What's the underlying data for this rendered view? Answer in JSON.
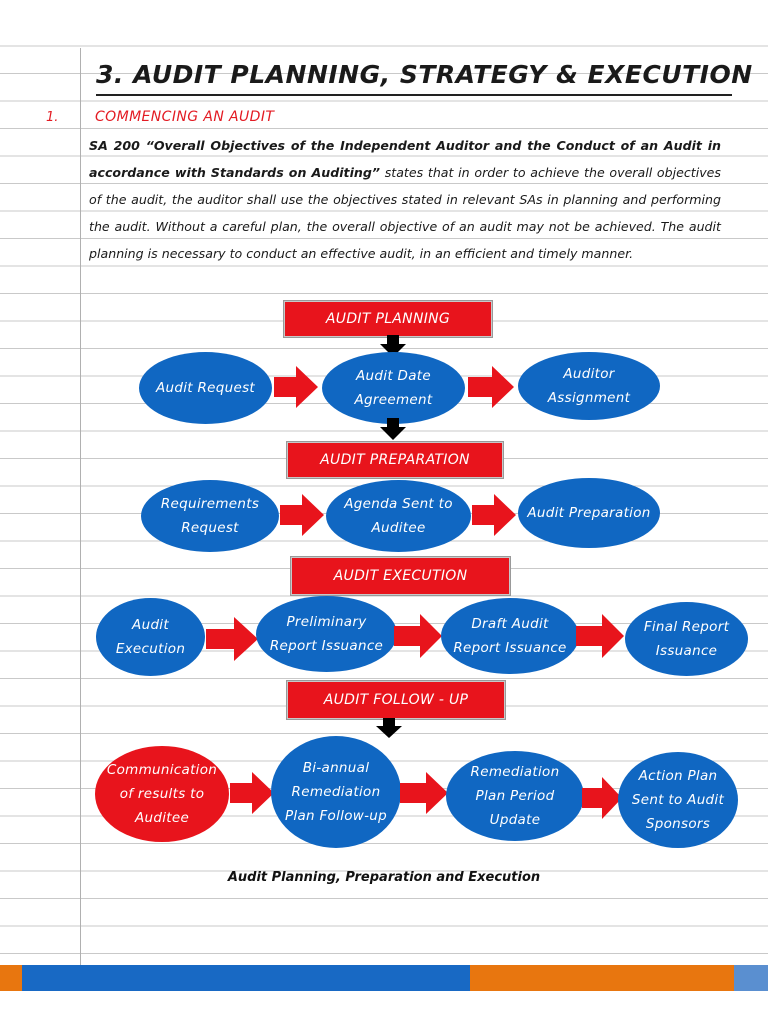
{
  "title": "3. AUDIT PLANNING, STRATEGY & EXECUTION",
  "section": {
    "number": "1.",
    "title": "COMMENCING AN AUDIT"
  },
  "paragraph": {
    "bold": "SA 200 “Overall Objectives of the Independent Auditor and the Conduct of an Audit in accordance with Standards on Auditing”",
    "rest": " states that in order to achieve the overall objectives of the audit, the auditor shall use the objectives stated in relevant SAs in planning and performing the audit. Without a careful plan, the overall objective of an audit may not be achieved. The audit planning is necessary to conduct an effective audit, in an efficient and timely manner."
  },
  "diagram": {
    "stages": [
      {
        "label": "AUDIT PLANNING",
        "steps": [
          "Audit Request",
          "Audit Date Agreement",
          "Auditor Assignment"
        ]
      },
      {
        "label": "AUDIT PREPARATION",
        "steps": [
          "Requirements Request",
          "Agenda Sent to Auditee",
          "Audit Preparation"
        ]
      },
      {
        "label": "AUDIT EXECUTION",
        "steps": [
          "Audit Execution",
          "Preliminary Report Issuance",
          "Draft Audit Report Issuance",
          "Final Report Issuance"
        ]
      },
      {
        "label": "AUDIT FOLLOW - UP",
        "steps": [
          "Communication of results to Auditee",
          "Bi-annual Remediation Plan Follow-up",
          "Remediation Plan Period Update",
          "Action Plan Sent to Audit Sponsors"
        ]
      }
    ],
    "caption": "Audit Planning, Preparation and Execution"
  },
  "colors": {
    "red": "#e8141c",
    "blue": "#1067c2",
    "footer_blue": "#1869c4",
    "footer_orange": "#e8760f"
  }
}
